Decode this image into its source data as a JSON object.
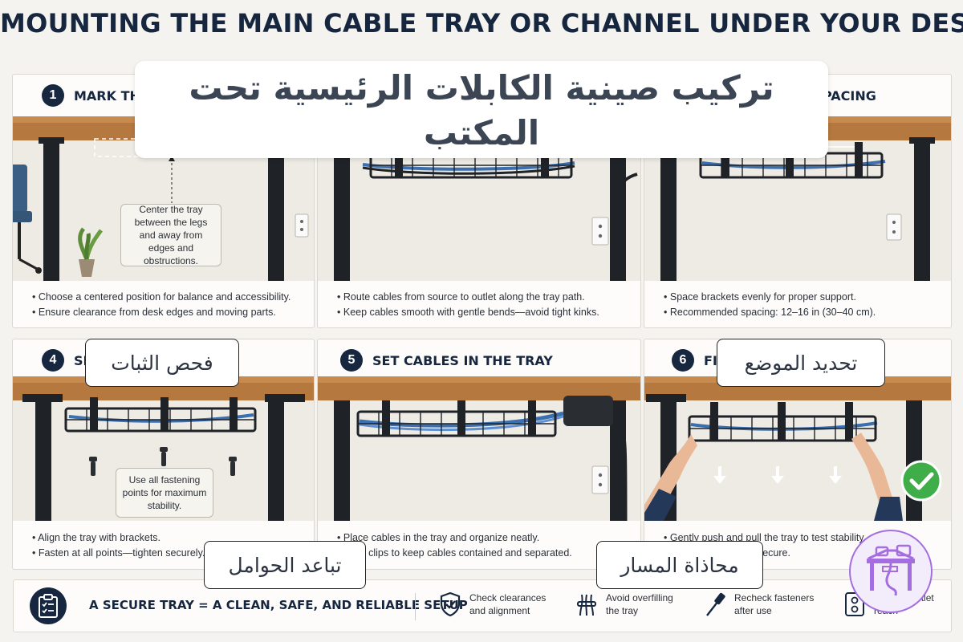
{
  "header": {
    "title": "MOUNTING THE MAIN CABLE TRAY OR CHANNEL UNDER YOUR DESK"
  },
  "steps": [
    {
      "number": "1",
      "title": "MARK THE",
      "bullets": [
        "Choose a centered position for balance and accessibility.",
        "Ensure clearance from desk edges and moving parts."
      ],
      "note": "Center the tray between the legs and away from edges and obstructions."
    },
    {
      "number": "",
      "title": "",
      "bullets": [
        "Route cables from source to outlet along the tray path.",
        "Keep cables smooth with gentle bends—avoid tight kinks."
      ]
    },
    {
      "number": "",
      "title": "PACING",
      "bullets": [
        "Space brackets evenly for proper support.",
        "Recommended spacing: 12–16 in (30–40 cm)."
      ]
    },
    {
      "number": "4",
      "title": "SE",
      "bullets": [
        "Align the tray with brackets.",
        "Fasten at all points—tighten securely."
      ],
      "note": "Use all fastening points for maximum stability."
    },
    {
      "number": "5",
      "title": "SET CABLES IN THE TRAY",
      "bullets": [
        "Place cables in the tray and organize neatly.",
        "es or clips to keep cables contained and separated."
      ]
    },
    {
      "number": "6",
      "title": "FI",
      "bullets": [
        "Gently push and pull the tray to test stability.",
        "tight and the tray is secure."
      ]
    }
  ],
  "overlay": {
    "arabic_title": "تركيب صينية الكابلات الرئيسية تحت المكتب",
    "labels": {
      "stability_check": "فحص الثبات",
      "set_position": "تحديد الموضع",
      "bracket_spacing": "تباعد الحوامل",
      "path_alignment": "محاذاة المسار"
    }
  },
  "footer": {
    "summary": "A SECURE TRAY = A CLEAN, SAFE, AND RELIABLE SETUP",
    "tips": [
      {
        "icon": "shield-check-icon",
        "label": "Check clearances\nand alignment"
      },
      {
        "icon": "cable-bundle-icon",
        "label": "Avoid overfilling\nthe tray"
      },
      {
        "icon": "screwdriver-icon",
        "label": "Recheck fasteners\nafter use"
      },
      {
        "icon": "outlet-icon",
        "label": "Confirm outlet\nreach"
      }
    ]
  },
  "colors": {
    "navy": "#17273f",
    "wood": "#b5783f",
    "wall": "#eeebe4",
    "cable_blue": "#3a6fb0",
    "check_green": "#3fae49",
    "logo_purple": "#a56ee0"
  }
}
